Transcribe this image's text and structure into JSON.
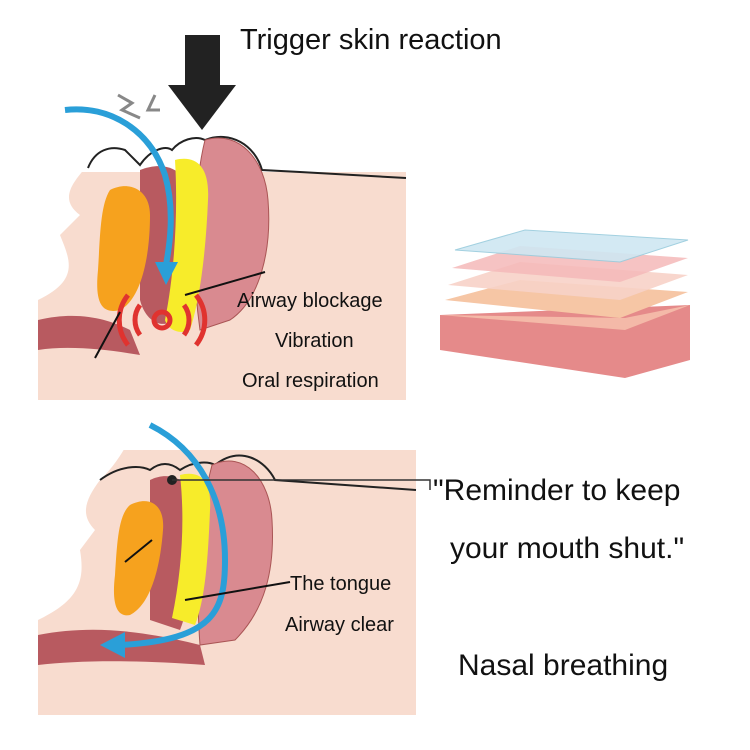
{
  "top_panel": {
    "heading": "Trigger skin reaction",
    "labels": [
      "Airway blockage",
      "Vibration",
      "Oral respiration"
    ]
  },
  "bottom_panel": {
    "callout_line1": "\"Reminder to keep",
    "callout_line2": "your mouth shut.\"",
    "labels": [
      "The tongue",
      "Airway clear"
    ],
    "footer": "Nasal breathing"
  },
  "colors": {
    "skin": "#f8dccf",
    "airflow": "#2a9fd8",
    "tongue": "#f6a21e",
    "palate": "#f7ec2a",
    "tissue": "#c9707a",
    "vibration": "#e0332f"
  }
}
